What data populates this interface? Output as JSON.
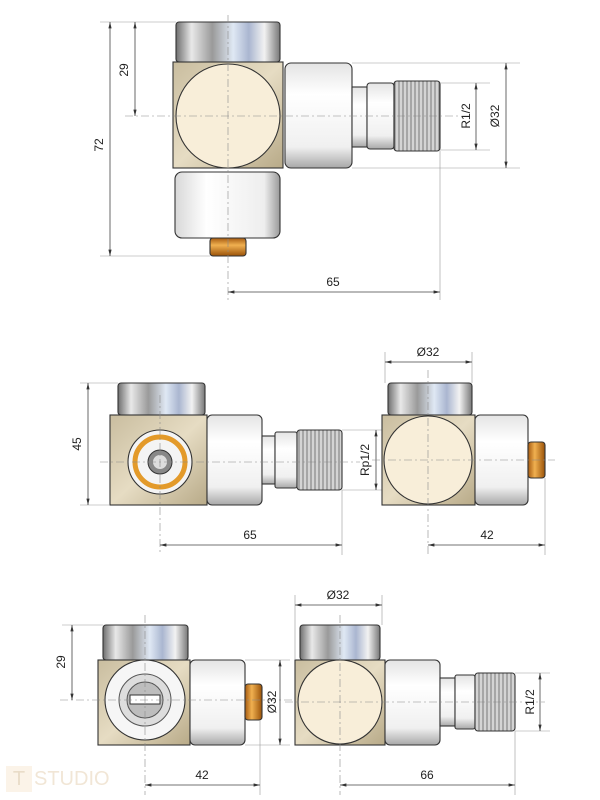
{
  "top_view": {
    "dim_height_total": "72",
    "dim_height_axis": "29",
    "dim_length": "65",
    "dim_thread": "R1/2",
    "dim_diameter": "Ø32"
  },
  "middle_left_view": {
    "dim_height": "45",
    "dim_length": "65",
    "dim_thread": "Rp1/2"
  },
  "middle_right_view": {
    "dim_diameter": "Ø32",
    "dim_length": "42"
  },
  "bottom_left_view": {
    "dim_height_axis": "29",
    "dim_diameter": "Ø32",
    "dim_length": "42"
  },
  "bottom_right_view": {
    "dim_diameter": "Ø32",
    "dim_thread": "R1/2",
    "dim_length": "66"
  },
  "watermark": {
    "letter": "T",
    "text": "STUDIO"
  },
  "colors": {
    "body": "#d8cfb6",
    "face": "#f7ecd6",
    "brass": "#d68a2a",
    "chrome": "#c8d0dc"
  }
}
